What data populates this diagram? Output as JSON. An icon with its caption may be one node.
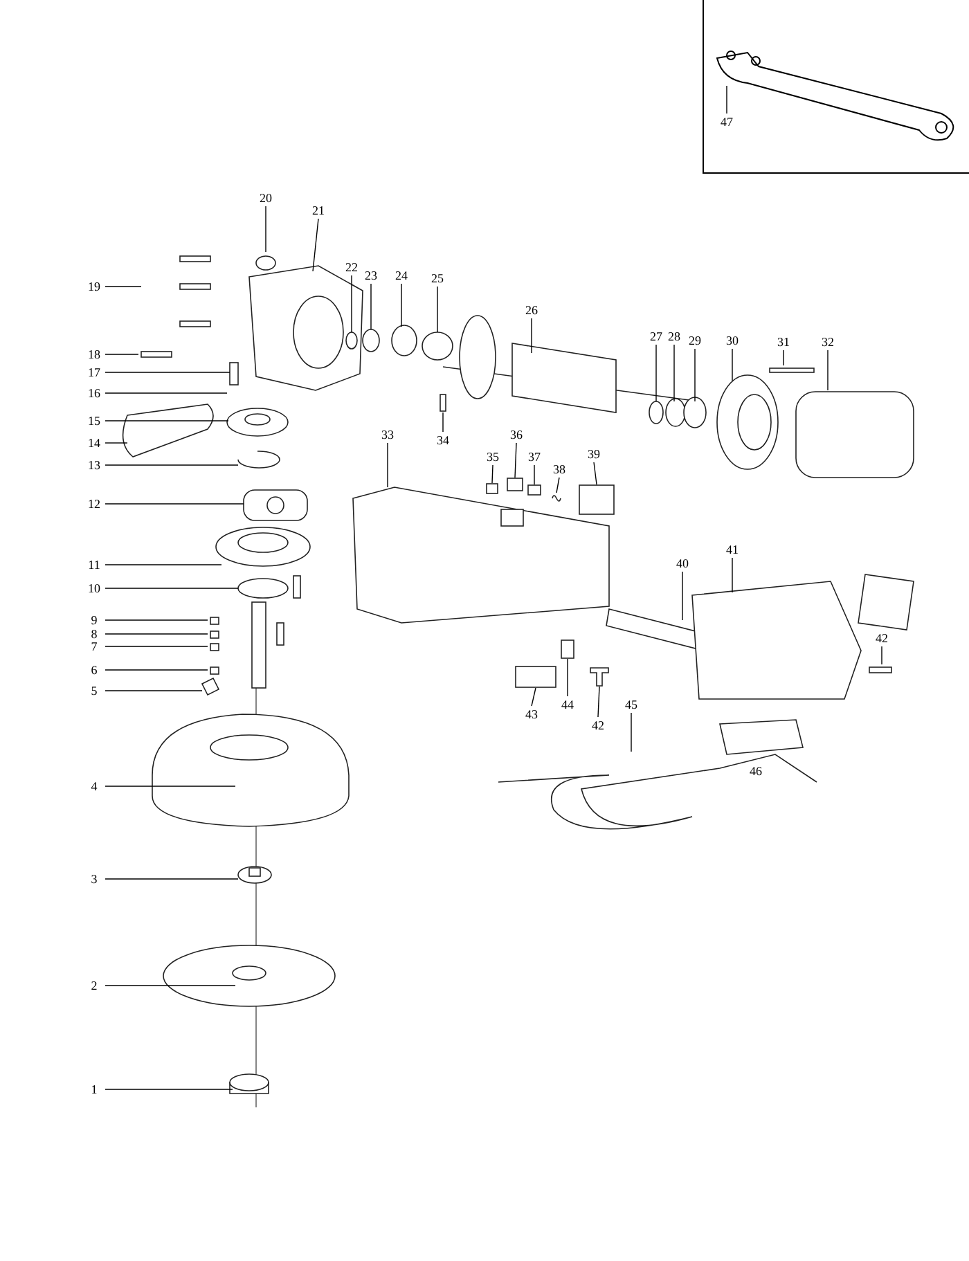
{
  "diagram": {
    "nodes": [
      {
        "text": [
          "1"
        ]
      },
      {
        "text": [
          "2"
        ]
      },
      {
        "text": [
          "3"
        ]
      },
      {
        "text": [
          "4"
        ]
      },
      {
        "text": [
          "5"
        ]
      },
      {
        "text": [
          "6"
        ]
      },
      {
        "text": [
          "7"
        ]
      },
      {
        "text": [
          "8"
        ]
      },
      {
        "text": [
          "9"
        ]
      },
      {
        "text": [
          "10"
        ]
      },
      {
        "text": [
          "11"
        ]
      },
      {
        "text": [
          "12"
        ]
      },
      {
        "text": [
          "13"
        ]
      },
      {
        "text": [
          "14"
        ]
      },
      {
        "text": [
          "15"
        ]
      },
      {
        "text": [
          "16"
        ]
      },
      {
        "text": [
          "17"
        ]
      },
      {
        "text": [
          "18"
        ]
      },
      {
        "text": [
          "19"
        ]
      },
      {
        "text": [
          "20"
        ]
      },
      {
        "text": [
          "21"
        ]
      },
      {
        "text": [
          "22"
        ]
      },
      {
        "text": [
          "23"
        ]
      },
      {
        "text": [
          "24"
        ]
      },
      {
        "text": [
          "25"
        ]
      },
      {
        "text": [
          "26"
        ]
      },
      {
        "text": [
          "27"
        ]
      },
      {
        "text": [
          "28"
        ]
      },
      {
        "text": [
          "29"
        ]
      },
      {
        "text": [
          "30"
        ]
      },
      {
        "text": [
          "31"
        ]
      },
      {
        "text": [
          "32"
        ]
      },
      {
        "text": [
          "33"
        ]
      },
      {
        "text": [
          "34"
        ]
      },
      {
        "text": [
          "35"
        ]
      },
      {
        "text": [
          "36"
        ]
      },
      {
        "text": [
          "37"
        ]
      },
      {
        "text": [
          "38"
        ]
      },
      {
        "text": [
          "39"
        ]
      },
      {
        "text": [
          "40"
        ]
      },
      {
        "text": [
          "41"
        ]
      },
      {
        "text": [
          "42"
        ]
      },
      {
        "text": [
          "43"
        ]
      },
      {
        "text": [
          "44"
        ]
      },
      {
        "text": [
          "42"
        ]
      },
      {
        "text": [
          "45"
        ]
      },
      {
        "text": [
          "47"
        ]
      },
      {
        "text": [],
        "shape": "box"
      },
      {
        "text": [],
        "shape": "box"
      },
      {
        "text": [],
        "shape": "box"
      },
      {
        "text": [],
        "shape": "picture"
      },
      {
        "text": [],
        "shape": "box"
      },
      {
        "text": [],
        "shape": "box"
      },
      {
        "text": [],
        "shape": "box"
      },
      {
        "text": [],
        "shape": "picture"
      }
    ],
    "edges": [
      {
        "from": 0,
        "to": null,
        "arrow": "none"
      },
      {
        "from": 1,
        "to": null,
        "arrow": "none"
      },
      {
        "from": 2,
        "to": null,
        "arrow": "none"
      },
      {
        "from": 3,
        "to": null,
        "arrow": "none"
      },
      {
        "from": 4,
        "to": null,
        "arrow": "none"
      },
      {
        "from": 5,
        "to": null,
        "arrow": "none"
      },
      {
        "from": 6,
        "to": null,
        "arrow": "none"
      },
      {
        "from": 7,
        "to": null,
        "arrow": "none"
      },
      {
        "from": 8,
        "to": null,
        "arrow": "none"
      },
      {
        "from": 9,
        "to": null,
        "arrow": "none"
      },
      {
        "from": 10,
        "to": null,
        "arrow": "none"
      },
      {
        "from": 11,
        "to": null,
        "arrow": "none"
      },
      {
        "from": 12,
        "to": null,
        "arrow": "none"
      },
      {
        "from": 13,
        "to": null,
        "arrow": "none"
      },
      {
        "from": 14,
        "to": null,
        "arrow": "none"
      },
      {
        "from": 15,
        "to": null,
        "arrow": "none"
      },
      {
        "from": 16,
        "to": null,
        "arrow": "none"
      },
      {
        "from": 17,
        "to": null,
        "arrow": "none"
      },
      {
        "from": 18,
        "to": null,
        "arrow": "none"
      },
      {
        "from": 19,
        "to": null,
        "arrow": "none"
      },
      {
        "from": 20,
        "to": null,
        "arrow": "none"
      },
      {
        "from": 21,
        "to": null,
        "arrow": "none"
      },
      {
        "from": 22,
        "to": null,
        "arrow": "none"
      },
      {
        "from": 23,
        "to": null,
        "arrow": "none"
      },
      {
        "from": 24,
        "to": null,
        "arrow": "none"
      },
      {
        "from": 25,
        "to": null,
        "arrow": "none"
      },
      {
        "from": 26,
        "to": null,
        "arrow": "none"
      },
      {
        "from": 27,
        "to": null,
        "arrow": "none"
      },
      {
        "from": 28,
        "to": null,
        "arrow": "none"
      },
      {
        "from": 29,
        "to": null,
        "arrow": "none"
      },
      {
        "from": 30,
        "to": null,
        "arrow": "none"
      },
      {
        "from": 31,
        "to": null,
        "arrow": "none"
      },
      {
        "from": 32,
        "to": null,
        "arrow": "none"
      },
      {
        "from": 33,
        "to": null,
        "arrow": "none"
      },
      {
        "from": 34,
        "to": 47,
        "arrow": "none"
      },
      {
        "from": 35,
        "to": 48,
        "arrow": "none"
      },
      {
        "from": 36,
        "to": 49,
        "arrow": "none"
      },
      {
        "from": 37,
        "to": 50,
        "arrow": "none"
      },
      {
        "from": 38,
        "to": 51,
        "arrow": "none"
      },
      {
        "from": 39,
        "to": null,
        "arrow": "none"
      },
      {
        "from": 40,
        "to": null,
        "arrow": "none"
      },
      {
        "from": 41,
        "to": null,
        "arrow": "none"
      },
      {
        "from": 42,
        "to": 52,
        "arrow": "none"
      },
      {
        "from": 43,
        "to": 53,
        "arrow": "none"
      },
      {
        "from": 44,
        "to": 54,
        "arrow": "none"
      },
      {
        "from": 45,
        "to": null,
        "arrow": "none"
      },
      {
        "from": 46,
        "to": null,
        "arrow": "none"
      }
    ],
    "labels": [
      "46"
    ]
  }
}
